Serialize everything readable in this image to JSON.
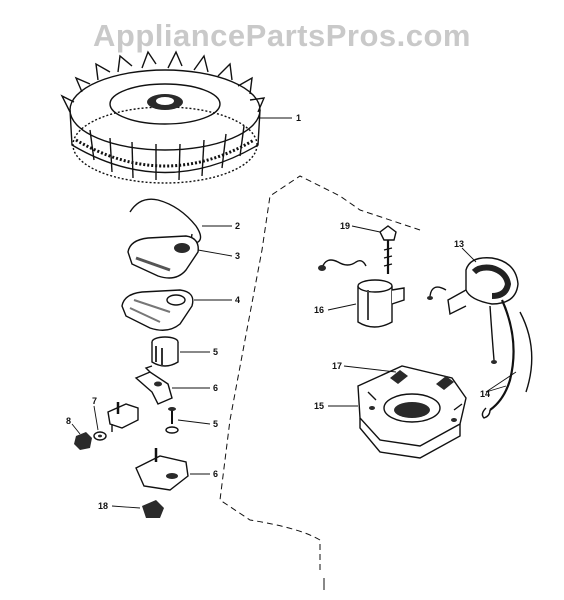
{
  "watermark": "AppliancePartsPros.com",
  "callouts": [
    {
      "id": "c1",
      "label": "1"
    },
    {
      "id": "c2",
      "label": "2"
    },
    {
      "id": "c3",
      "label": "3"
    },
    {
      "id": "c4",
      "label": "4"
    },
    {
      "id": "c5a",
      "label": "5"
    },
    {
      "id": "c6a",
      "label": "6"
    },
    {
      "id": "c5b",
      "label": "5"
    },
    {
      "id": "c6b",
      "label": "6"
    },
    {
      "id": "c7",
      "label": "7"
    },
    {
      "id": "c8",
      "label": "8"
    },
    {
      "id": "c18",
      "label": "18"
    },
    {
      "id": "c19",
      "label": "19"
    },
    {
      "id": "c13",
      "label": "13"
    },
    {
      "id": "c16",
      "label": "16"
    },
    {
      "id": "c17",
      "label": "17"
    },
    {
      "id": "c14",
      "label": "14"
    },
    {
      "id": "c15",
      "label": "15"
    }
  ]
}
